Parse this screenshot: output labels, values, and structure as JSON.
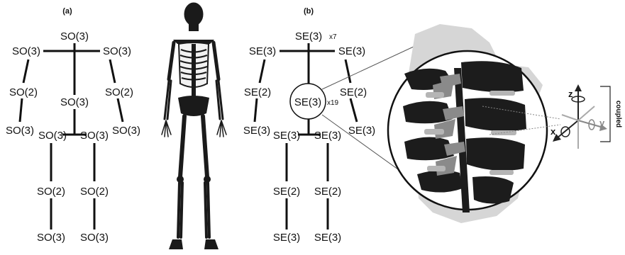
{
  "panel_a": {
    "label": "(a)",
    "nodes": {
      "root": "SO(3)",
      "left_shoulder": "SO(3)",
      "right_shoulder": "SO(3)",
      "left_elbow": "SO(2)",
      "right_elbow": "SO(2)",
      "spine": "SO(3)",
      "left_wrist": "SO(3)",
      "right_wrist": "SO(3)",
      "left_hip": "SO(3)",
      "right_hip": "SO(3)",
      "left_knee": "SO(2)",
      "right_knee": "SO(2)",
      "left_ankle": "SO(3)",
      "right_ankle": "SO(3)"
    }
  },
  "panel_b": {
    "label": "(b)",
    "nodes": {
      "root": "SE(3)",
      "root_mult": "x7",
      "left_shoulder": "SE(3)",
      "right_shoulder": "SE(3)",
      "left_elbow": "SE(2)",
      "right_elbow": "SE(2)",
      "spine": "SE(3)",
      "spine_mult": "x19",
      "left_wrist": "SE(3)",
      "right_wrist": "SE(3)",
      "left_hip": "SE(3)",
      "right_hip": "SE(3)",
      "left_knee": "SE(2)",
      "right_knee": "SE(2)",
      "left_ankle": "SE(3)",
      "right_ankle": "SE(3)"
    }
  },
  "axes": {
    "z": "z",
    "x": "x",
    "y": "y",
    "coupled": "coupled"
  }
}
